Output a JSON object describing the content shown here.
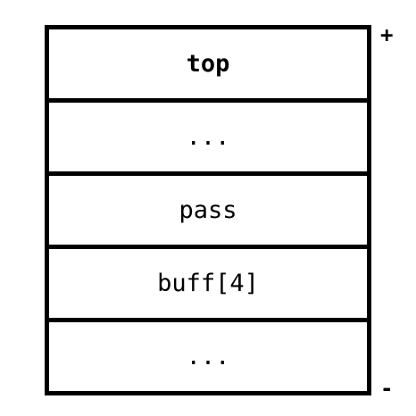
{
  "stack": {
    "cells": [
      {
        "label": "top",
        "bold": true
      },
      {
        "label": "...",
        "bold": false
      },
      {
        "label": "pass",
        "bold": false
      },
      {
        "label": "buff[4]",
        "bold": false
      },
      {
        "label": "...",
        "bold": false
      }
    ]
  },
  "markers": {
    "high": "+",
    "low": "-"
  }
}
